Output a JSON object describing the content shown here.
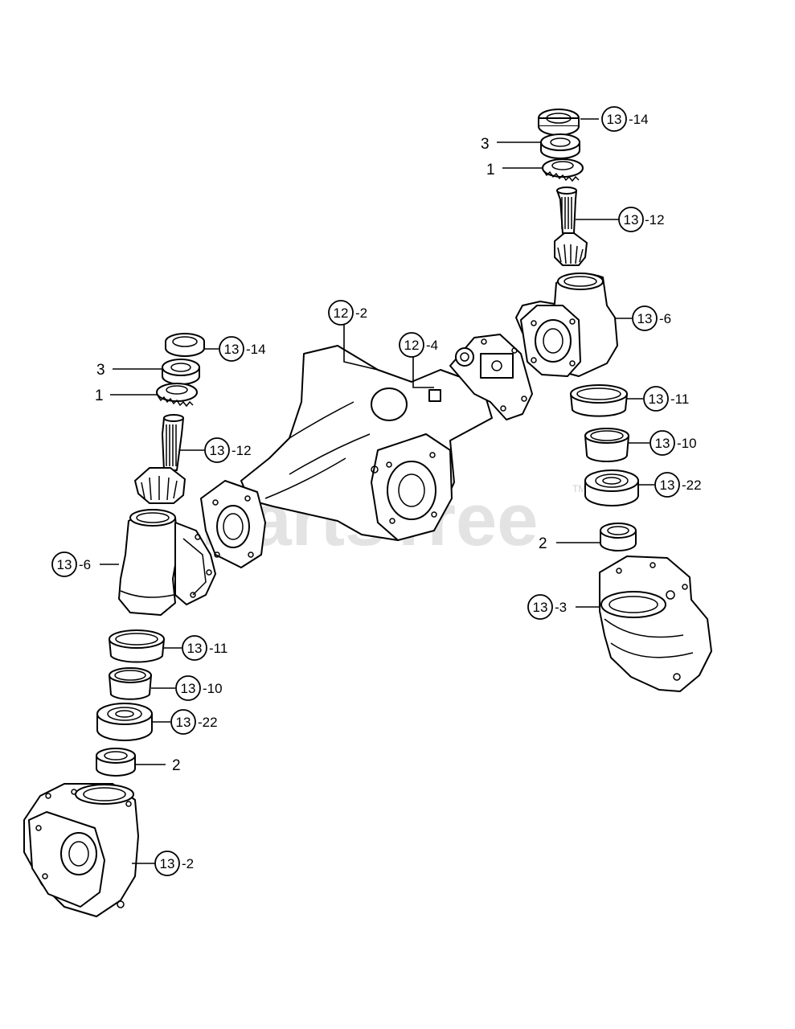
{
  "watermark": {
    "text": "PartsTree",
    "trademark": "TM",
    "color": "#e3e3e3"
  },
  "callouts": [
    {
      "id": "c1",
      "group": "13",
      "suffix": "-14"
    },
    {
      "id": "c2",
      "plain": "3"
    },
    {
      "id": "c3",
      "plain": "1"
    },
    {
      "id": "c4",
      "group": "13",
      "suffix": "-12"
    },
    {
      "id": "c5",
      "group": "13",
      "suffix": "-6"
    },
    {
      "id": "c6",
      "group": "13",
      "suffix": "-11"
    },
    {
      "id": "c7",
      "group": "13",
      "suffix": "-10"
    },
    {
      "id": "c8",
      "group": "13",
      "suffix": "-22"
    },
    {
      "id": "c9",
      "plain": "2"
    },
    {
      "id": "c10",
      "group": "13",
      "suffix": "-3"
    },
    {
      "id": "c11",
      "group": "12",
      "suffix": "-2"
    },
    {
      "id": "c12",
      "group": "12",
      "suffix": "-4"
    },
    {
      "id": "c13",
      "group": "13",
      "suffix": "-14"
    },
    {
      "id": "c14",
      "plain": "3"
    },
    {
      "id": "c15",
      "plain": "1"
    },
    {
      "id": "c16",
      "group": "13",
      "suffix": "-12"
    },
    {
      "id": "c17",
      "group": "13",
      "suffix": "-6"
    },
    {
      "id": "c18",
      "group": "13",
      "suffix": "-11"
    },
    {
      "id": "c19",
      "group": "13",
      "suffix": "-10"
    },
    {
      "id": "c20",
      "group": "13",
      "suffix": "-22"
    },
    {
      "id": "c21",
      "plain": "2"
    },
    {
      "id": "c22",
      "group": "13",
      "suffix": "-2"
    }
  ]
}
